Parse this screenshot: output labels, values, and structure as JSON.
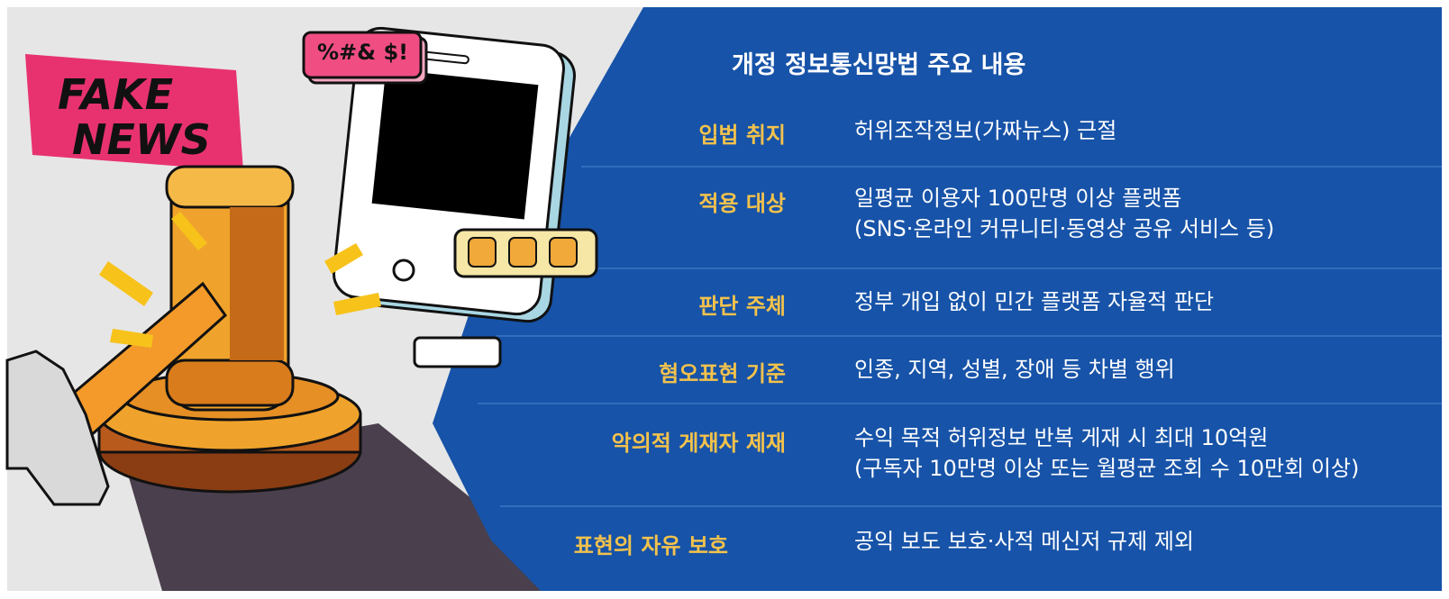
{
  "title": "개정 정보통신망법 주요 내용",
  "fake_news_sticker": {
    "line1": "FAKE",
    "line2": "NEWS"
  },
  "speech_bubble": "%#& $!",
  "rows": [
    {
      "label": "입법 취지",
      "value_lines": [
        "허위조작정보(가짜뉴스) 근절"
      ]
    },
    {
      "label": "적용 대상",
      "value_lines": [
        "일평균 이용자 100만명 이상 플랫폼",
        "(SNS·온라인 커뮤니티·동영상 공유 서비스 등)"
      ]
    },
    {
      "label": "판단 주체",
      "value_lines": [
        "정부 개입 없이 민간 플랫폼 자율적 판단"
      ]
    },
    {
      "label": "혐오표현 기준",
      "value_lines": [
        "인종, 지역, 성별, 장애 등 차별 행위"
      ]
    },
    {
      "label": "악의적 게재자 제재",
      "value_lines": [
        "수익 목적 허위정보 반복 게재 시 최대 10억원",
        "(구독자 10만명 이상 또는 월평균 조회 수 10만회 이상)"
      ]
    },
    {
      "label": "표현의 자유 보호",
      "value_lines": [
        "공익 보도 보호·사적 메신저 규제 제외"
      ]
    }
  ],
  "colors": {
    "panel_blue": "#1753a8",
    "label_gold": "#f3c24c",
    "background_gray": "#e5e5e5",
    "sticker_pink": "#e8326f",
    "gavel_orange": "#f0a32c"
  }
}
